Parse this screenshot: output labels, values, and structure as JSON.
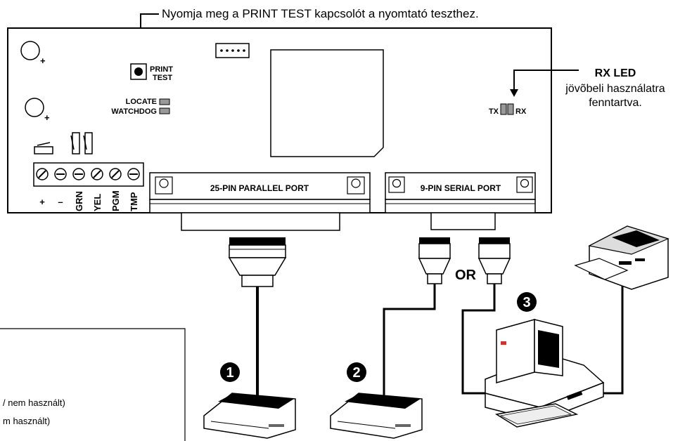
{
  "top_note": "Nyomja meg a PRINT TEST kapcsolót a nyomtató teszthez.",
  "print_test": {
    "line1": "PRINT",
    "line2": "TEST"
  },
  "locate_label": "LOCATE",
  "watchdog_label": "WATCHDOG",
  "tx_label": "TX",
  "rx_label": "RX",
  "rx_led": {
    "title": "RX LED",
    "line1": "jövõbeli használatra",
    "line2": "fenntartva."
  },
  "terminals": [
    "+",
    "–",
    "GRN",
    "YEL",
    "PGM",
    "TMP"
  ],
  "parallel_port_label": "25-PIN PARALLEL PORT",
  "serial_port_label": "9-PIN SERIAL PORT",
  "or_label": "OR",
  "numbers": [
    "1",
    "2",
    "3"
  ],
  "legend_lines": [
    "/ nem használt)",
    "m használt)"
  ]
}
